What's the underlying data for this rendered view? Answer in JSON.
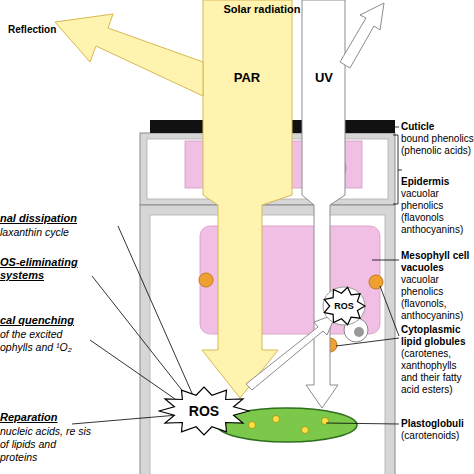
{
  "diagram": {
    "nodes": [
      {
        "text": [
          "ROS"
        ]
      },
      {
        "text": [
          "ROS"
        ]
      }
    ],
    "labels": [
      "Solar radiation",
      "Reflection",
      "PAR",
      "UV",
      "Cuticle",
      "bound phenolics (phenolic acids)",
      "Epidermis",
      "vacuolar phenolics (flavonols anthocyanins)",
      "nal dissipation",
      "laxanthin cycle",
      "Mesophyll cell vacuoles",
      "OS-eliminating systems",
      "vacuolar phenolics (flavonols, anthocyanins)",
      "Cytoplasmic lipid globules",
      "cal quenching",
      "of the excited ophylls and ¹O₂",
      "(carotenes, xanthophylls and their fatty acid esters)",
      "Reparation",
      "nucleic acids, re sis of lipids and proteins",
      "Plastoglobuli",
      "(carotenoids)"
    ]
  }
}
